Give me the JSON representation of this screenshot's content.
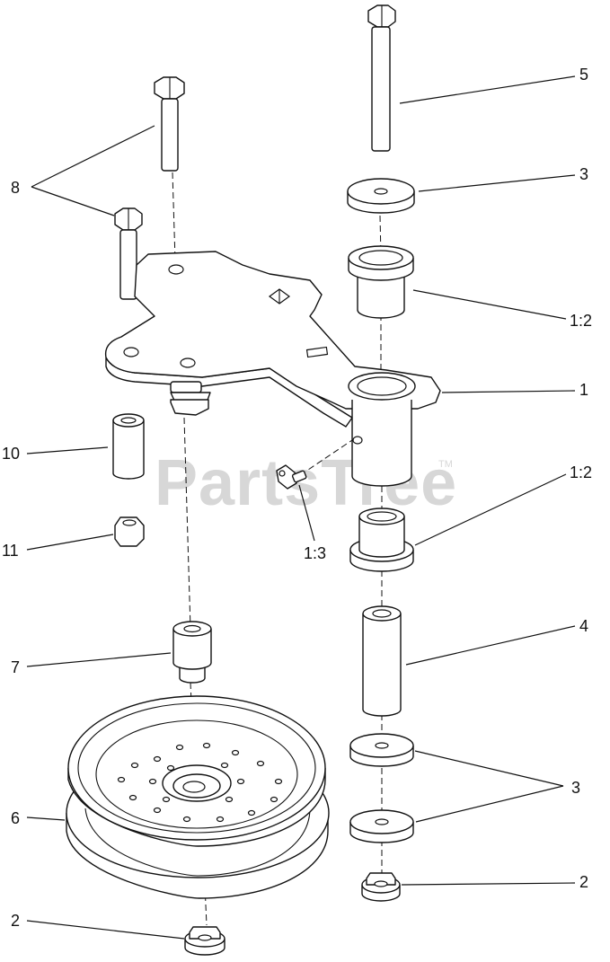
{
  "watermark": {
    "text": "PartsTree",
    "trademark": "TM"
  },
  "callouts": {
    "c5": "5",
    "c3_top": "3",
    "c8": "8",
    "c1_2_top": "1:2",
    "c1": "1",
    "c1_2_lower": "1:2",
    "c10": "10",
    "c11": "11",
    "c1_3": "1:3",
    "c4": "4",
    "c7": "7",
    "c3_lower": "3",
    "c6": "6",
    "c2_right": "2",
    "c2_left": "2"
  },
  "colors": {
    "line": "#111111",
    "background": "#ffffff",
    "watermark": "#d7d7d7"
  }
}
